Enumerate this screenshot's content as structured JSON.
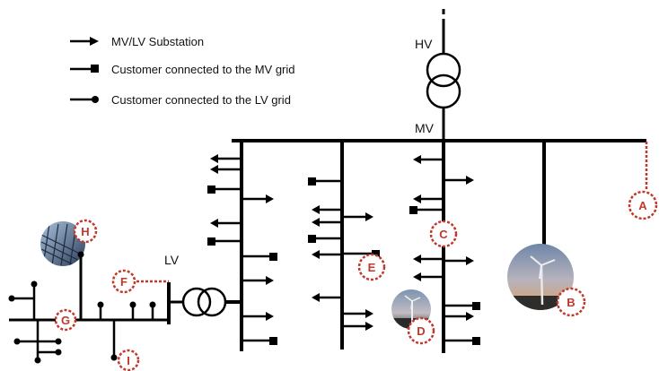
{
  "legend": {
    "substation": "MV/LV Substation",
    "mv_customer": "Customer connected to the MV grid",
    "lv_customer": "Customer connected to the LV grid"
  },
  "labels": {
    "hv": "HV",
    "mv": "MV",
    "lv": "LV"
  },
  "markers": {
    "a": "A",
    "b": "B",
    "c": "C",
    "d": "D",
    "e": "E",
    "f": "F",
    "g": "G",
    "h": "H",
    "i": "I"
  },
  "colors": {
    "line": "#000000",
    "marker": "#c0392b"
  },
  "icons": {
    "transformer": "transformer-icon",
    "wind_turbine": "wind-turbine-icon",
    "solar_panel": "solar-panel-icon"
  }
}
